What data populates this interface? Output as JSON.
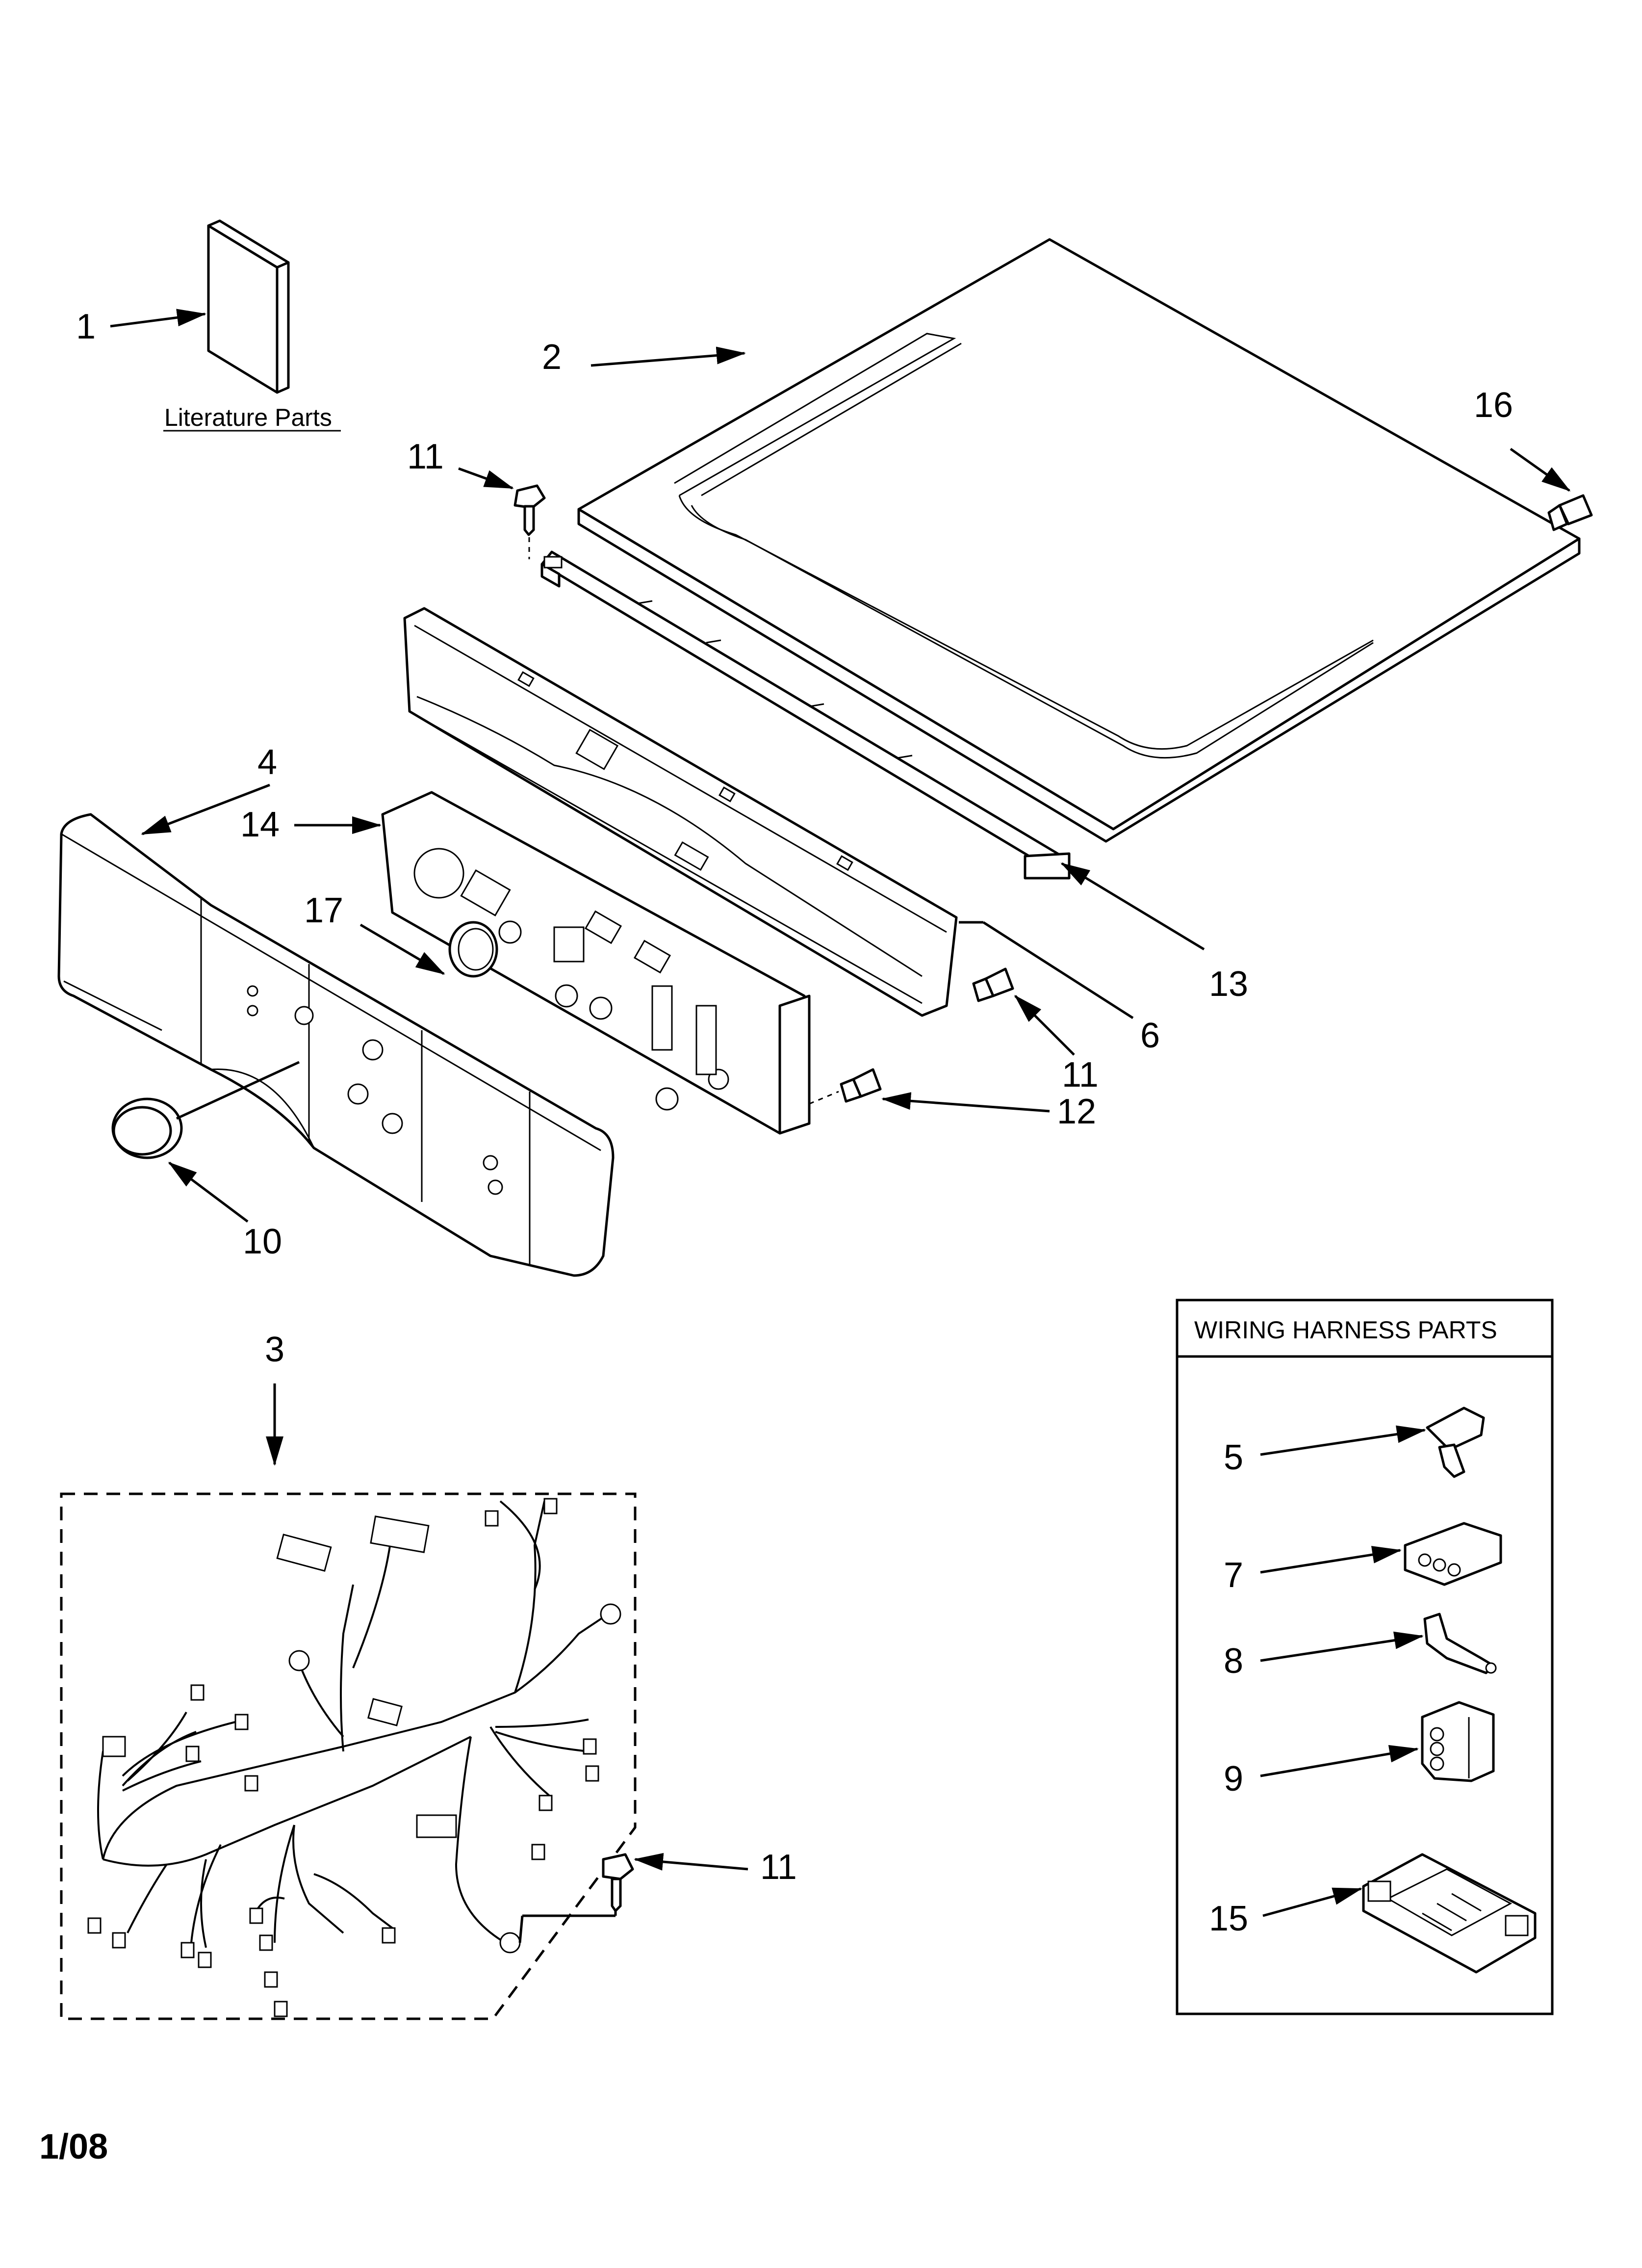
{
  "literature_label": "Literature Parts",
  "harness_box_title": "WIRING HARNESS PARTS",
  "date_code": "1/08",
  "callouts": {
    "c1": "1",
    "c2": "2",
    "c3": "3",
    "c4": "4",
    "c5": "5",
    "c6": "6",
    "c7": "7",
    "c8": "8",
    "c9": "9",
    "c10": "10",
    "c11a": "11",
    "c11b": "11",
    "c11c": "11",
    "c12": "12",
    "c13": "13",
    "c14": "14",
    "c15": "15",
    "c16": "16",
    "c17": "17"
  }
}
